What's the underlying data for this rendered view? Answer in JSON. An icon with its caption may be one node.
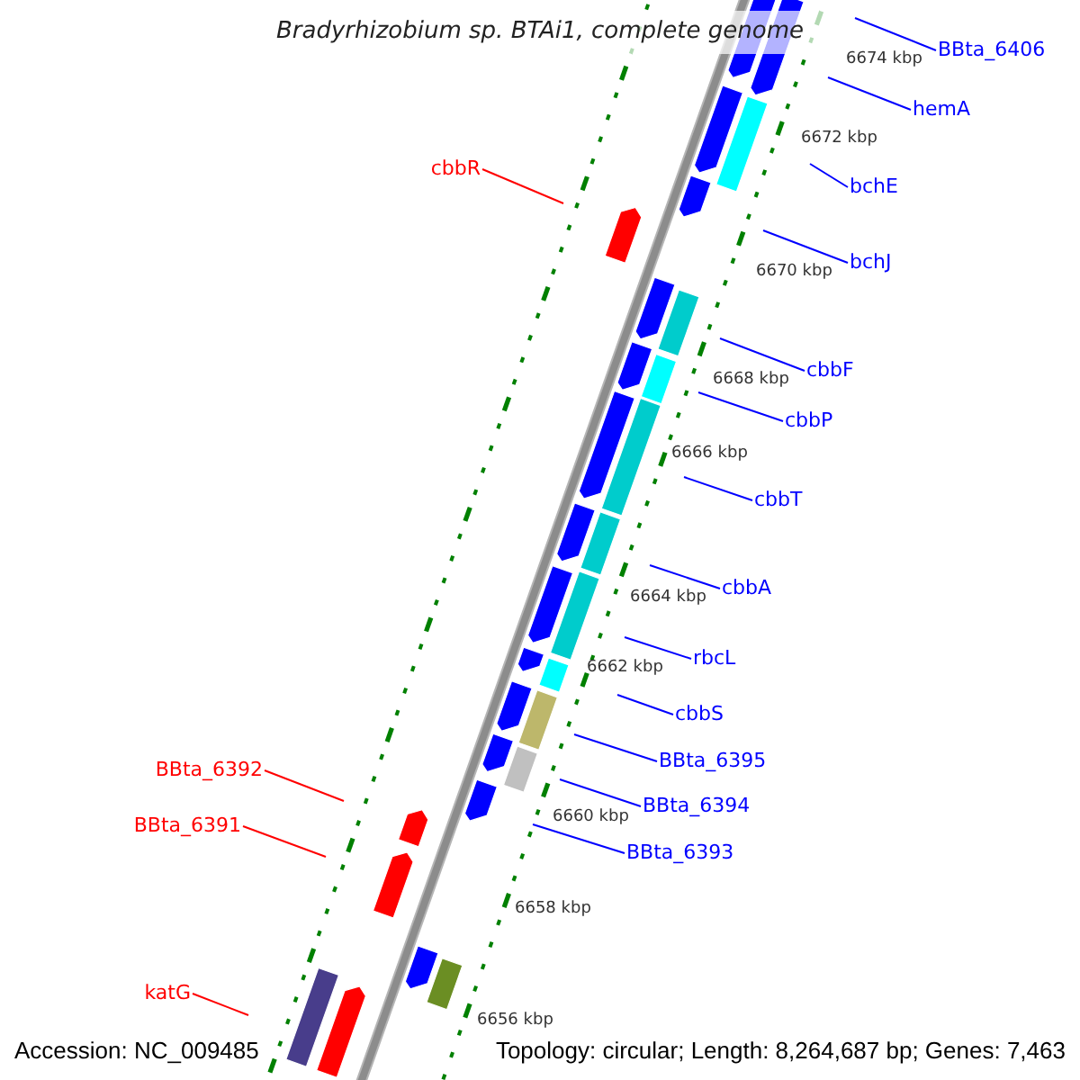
{
  "diagram": {
    "title": "Bradyrhizobium sp. BTAi1, complete genome",
    "nodes": [
      {
        "text": [
          "BBta_6406"
        ]
      },
      {
        "text": [
          "hemA"
        ]
      },
      {
        "text": [
          "cbbR"
        ]
      },
      {
        "text": [
          "bchE"
        ]
      },
      {
        "text": [
          "bchJ"
        ]
      },
      {
        "text": [
          "cbbF"
        ]
      },
      {
        "text": [
          "cbbP"
        ]
      },
      {
        "text": [
          "cbbT"
        ]
      },
      {
        "text": [
          "cbbA"
        ]
      },
      {
        "text": [
          "rbcL"
        ]
      },
      {
        "text": [
          "cbbS"
        ]
      },
      {
        "text": [
          "BBta_6395"
        ]
      },
      {
        "text": [
          "BBta_6392"
        ]
      },
      {
        "text": [
          "BBta_6394"
        ]
      },
      {
        "text": [
          "BBta_6391"
        ]
      },
      {
        "text": [
          "BBta_6393"
        ]
      },
      {
        "text": [
          "katG"
        ]
      }
    ],
    "edges": [
      {
        "from": 0,
        "to": null,
        "arrow": "none"
      },
      {
        "from": 1,
        "to": null,
        "arrow": "none"
      },
      {
        "from": 2,
        "to": null,
        "arrow": "none",
        "color": "#ff0000"
      },
      {
        "from": 3,
        "to": null,
        "arrow": "none"
      },
      {
        "from": 4,
        "to": null,
        "arrow": "none"
      },
      {
        "from": 5,
        "to": null,
        "arrow": "none"
      },
      {
        "from": 6,
        "to": null,
        "arrow": "none"
      },
      {
        "from": 7,
        "to": null,
        "arrow": "none"
      },
      {
        "from": 8,
        "to": null,
        "arrow": "none"
      },
      {
        "from": 9,
        "to": null,
        "arrow": "none"
      },
      {
        "from": 10,
        "to": null,
        "arrow": "none"
      },
      {
        "from": 11,
        "to": null,
        "arrow": "none"
      },
      {
        "from": 12,
        "to": null,
        "arrow": "none",
        "color": "#ff0000"
      },
      {
        "from": 13,
        "to": null,
        "arrow": "none"
      },
      {
        "from": 14,
        "to": null,
        "arrow": "none",
        "color": "#ff0000"
      },
      {
        "from": 15,
        "to": null,
        "arrow": "none"
      },
      {
        "from": 16,
        "to": null,
        "arrow": "none",
        "color": "#ff0000"
      }
    ],
    "labels": [
      "6674 kbp",
      "6672 kbp",
      "6670 kbp",
      "6668 kbp",
      "6666 kbp",
      "6664 kbp",
      "6662 kbp",
      "6660 kbp",
      "6658 kbp",
      "6656 kbp",
      "Accession: NC_009485",
      "Topology: circular; Length: 8,264,687 bp; Genes: 7,463"
    ]
  }
}
